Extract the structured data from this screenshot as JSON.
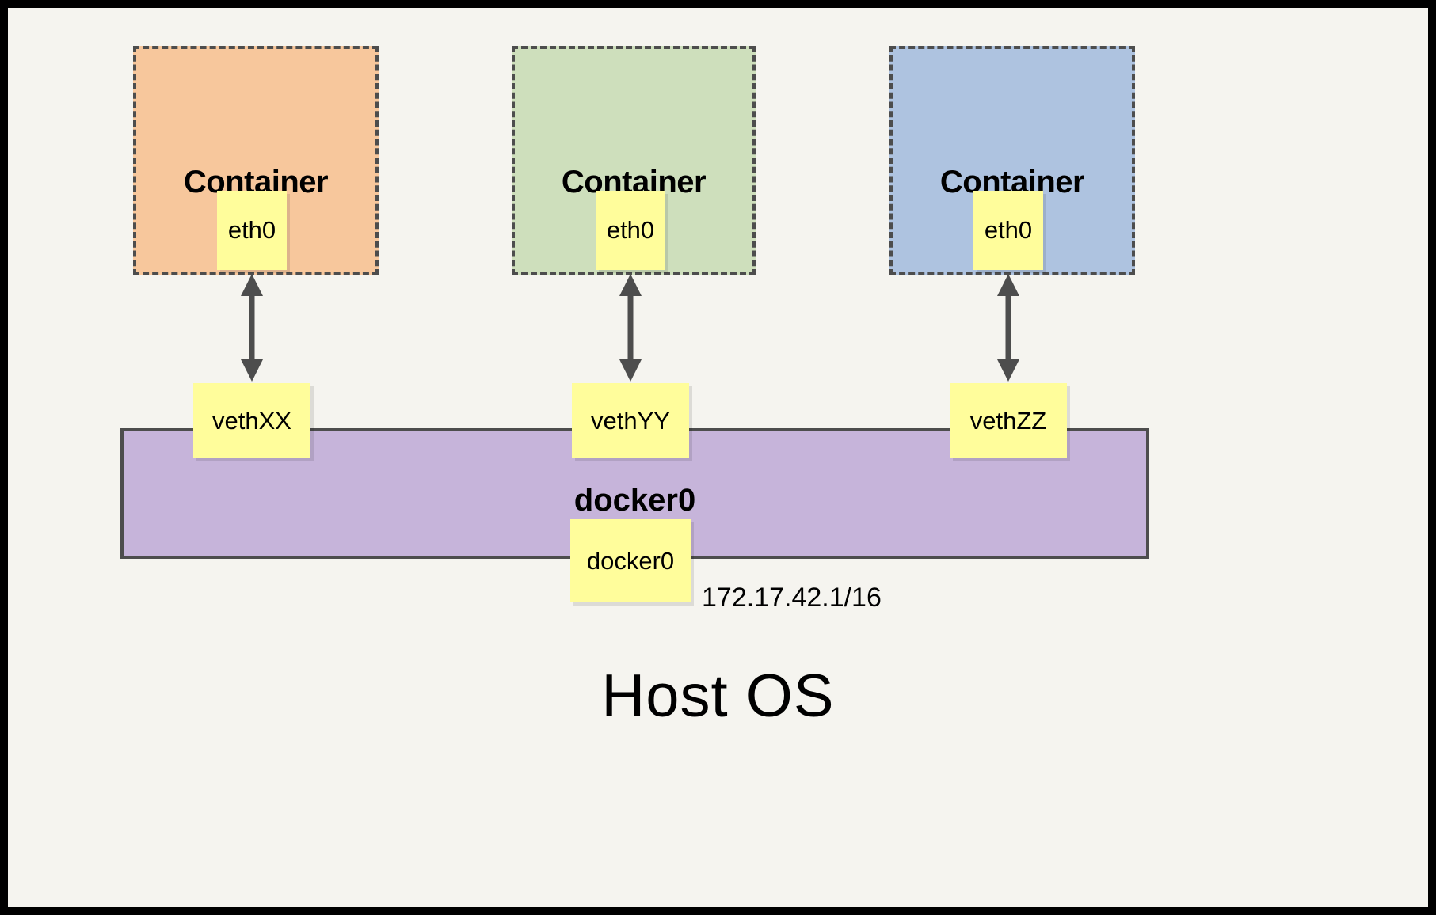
{
  "diagram": {
    "title": "Docker container networking with docker0 bridge",
    "background_color": "#f5f4ef",
    "frame_color": "#000000",
    "host_label": "Host OS",
    "ip_label": "172.17.42.1/16",
    "bridge": {
      "name": "docker0",
      "bar_label": "docker0",
      "port_label": "docker0",
      "fill_color": "#c6b4da",
      "border_color": "#4d4d4d"
    },
    "containers": [
      {
        "title": "Container",
        "interface": "eth0",
        "fill_color": "#f7c79c",
        "border_color": "#4d4d4d",
        "veth": "vethXX"
      },
      {
        "title": "Container",
        "interface": "eth0",
        "fill_color": "#cedfbc",
        "border_color": "#4d4d4d",
        "veth": "vethYY"
      },
      {
        "title": "Container",
        "interface": "eth0",
        "fill_color": "#aec3e0",
        "border_color": "#4d4d4d",
        "veth": "vethZZ"
      }
    ],
    "note_color": "#fffd9b",
    "arrow_color": "#4d4d4d",
    "arrows": [
      {
        "from": "container-1-eth0",
        "to": "vethXX",
        "style": "double-headed"
      },
      {
        "from": "container-2-eth0",
        "to": "vethYY",
        "style": "double-headed"
      },
      {
        "from": "container-3-eth0",
        "to": "vethZZ",
        "style": "double-headed"
      }
    ]
  }
}
